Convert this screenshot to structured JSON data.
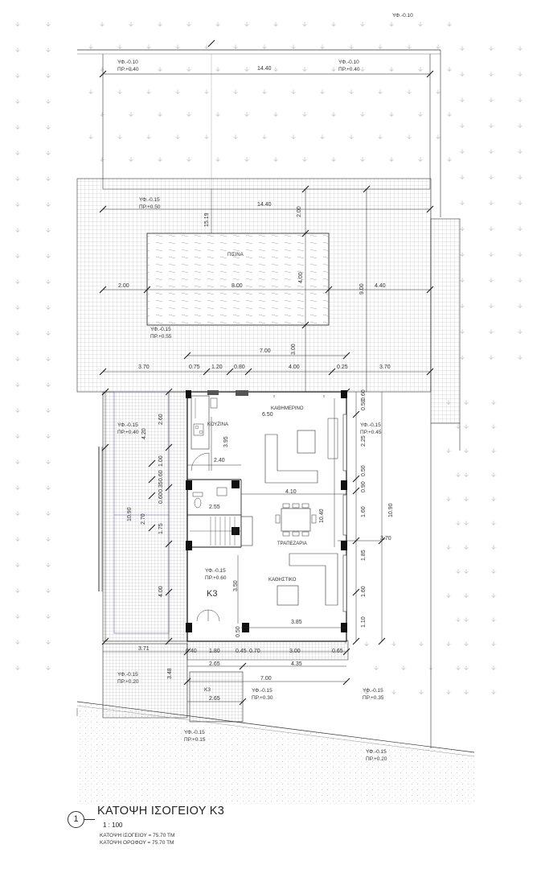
{
  "title": "ΚΑΤΟΨΗ ΙΣΟΓΕΙΟΥ Κ3",
  "view_number": "1",
  "scale": "1 : 100",
  "areas": {
    "ground": "ΚΑΤΟΨΗ ΙΣΟΓΕΙΟΥ = 75.70 ΤΜ",
    "upper": "ΚΑΤΟΨΗ ΟΡΟΦΟΥ = 75.70 ΤΜ"
  },
  "rooms": {
    "pool": "ΠΙΣΙΝΑ",
    "kitchen": "ΚΟΥΖΙΝΑ",
    "family_room": "ΚΑΘΗΜΕΡΙΝΟ",
    "dining": "ΤΡΑΠΕΖΑΡΙΑ",
    "living": "ΚΑΘΗΣΤΙΚΟ",
    "unit_k3": "Κ3",
    "unit_k3_small": "Κ3"
  },
  "levels": {
    "top_right": "ΥΦ.-0.10",
    "lawn_left_1": "ΥΦ.-0.10",
    "lawn_left_2": "ΠΡ.+0.40",
    "lawn_right_1": "ΥΦ.-0.10",
    "lawn_right_2": "ΠΡ.+0.40",
    "paving_top_1": "ΥΦ.-0.15",
    "paving_top_2": "ΠΡ.+0.50",
    "pool_side_1": "ΥΦ.-0.15",
    "pool_side_2": "ΠΡ.+0.55",
    "west_1": "ΥΦ.-0.15",
    "west_2": "ΠΡ.+0.40",
    "east_1": "ΥΦ.-0.15",
    "east_2": "ΠΡ.+0.45",
    "interior_1": "ΥΦ.-0.15",
    "interior_2": "ΠΡ.+0.60",
    "sw_1": "ΥΦ.-0.15",
    "sw_2": "ΠΡ.+0.20",
    "entry_1": "ΥΦ.-0.15",
    "entry_2": "ΠΡ.+0.30",
    "se_1": "ΥΦ.-0.15",
    "se_2": "ΠΡ.+0.35",
    "street_left_1": "ΥΦ.-0.15",
    "street_left_2": "ΠΡ.+0.15",
    "street_right_1": "ΥΦ.-0.15",
    "street_right_2": "ΠΡ.+0.20"
  },
  "dimensions": {
    "lawn_width": "14.40",
    "paving_width": "14.40",
    "paving_depth": "15.19",
    "pool_offset": "2.00",
    "pool_left": "2.00",
    "pool_length": "8.00",
    "pool_width": "4.00",
    "pool_right_depth": "9.00",
    "pool_right": "4.40",
    "pool_to_house": "3.00",
    "house_width": "7.00",
    "west_gap": "3.70",
    "seg_075": "0.75",
    "seg_120": "1.20",
    "seg_080": "0.80",
    "seg_400": "4.00",
    "seg_025": "0.25",
    "east_gap": "3.70",
    "family_width": "6.50",
    "kitchen_depth": "3.95",
    "seg_240": "2.40",
    "dining_width": "4.10",
    "seg_255": "2.55",
    "house_depth": "10.40",
    "living_depth": "3.50",
    "living_width": "3.85",
    "west_260": "2.60",
    "west_420": "4.20",
    "west_100": "1.00",
    "west_060a": "0.60",
    "west_035": "0.35",
    "west_060b": "0.60",
    "west_1090": "10.90",
    "west_270": "2.70",
    "west_175": "1.75",
    "west_400": "4.00",
    "east_050": "0.50",
    "east_060": "0.60",
    "east_225": "2.25",
    "east_090": "0.90",
    "east_050b": "0.50",
    "east_160a": "1.60",
    "east_1090": "10.90",
    "east_185": "1.85",
    "east_160b": "1.60",
    "east_110": "1.10",
    "east_370": "3.70",
    "bot_371": "3.71",
    "bot_040": "0.40",
    "bot_180": "1.80",
    "bot_045": "0.45",
    "bot_070": "0.70",
    "bot_300": "3.00",
    "bot_065": "0.65",
    "bot_265a": "2.65",
    "bot_435": "4.35",
    "bot_700": "7.00",
    "bot_050v": "0.50",
    "bot_348": "3.48",
    "bot_265b": "2.65"
  },
  "colors": {
    "line": "#333333",
    "grid": "#b8b8b8",
    "grid_dark": "#9a9a9a",
    "ramp": "#6a6aa8",
    "wall": "#111111"
  }
}
